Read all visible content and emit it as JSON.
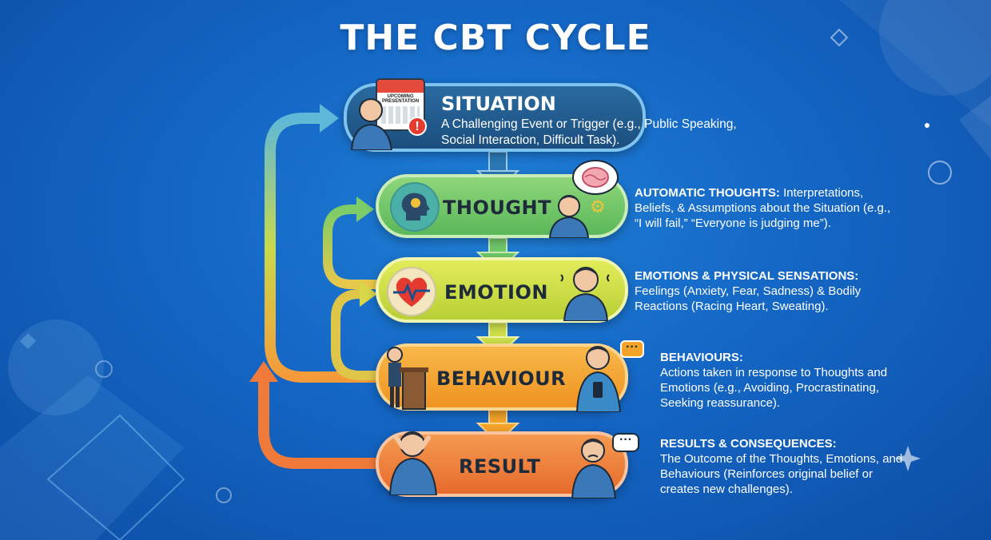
{
  "title": "THE CBT CYCLE",
  "situation": {
    "label": "SITUATION",
    "description": "A Challenging Event or Trigger (e.g., Public Speaking, Social Interaction, Difficult Task).",
    "calendar_line1": "UPCOMING",
    "calendar_line2": "PRESENTATION"
  },
  "thought": {
    "label": "THOUGHT",
    "heading": "AUTOMATIC THOUGHTS:",
    "description": "Interpretations, Beliefs, & Assumptions about the Situation (e.g., “I will fail,” “Everyone is judging me”)."
  },
  "emotion": {
    "label": "EMOTION",
    "heading": "EMOTIONS & PHYSICAL SENSATIONS:",
    "description": "Feelings (Anxiety, Fear, Sadness) & Bodily Reactions (Racing Heart, Sweating)."
  },
  "behaviour": {
    "label": "BEHAVIOUR",
    "heading": "BEHAVIOURS:",
    "description": "Actions taken in response to Thoughts and Emotions (e.g., Avoiding, Procrastinating, Seeking reassurance)."
  },
  "result": {
    "label": "RESULT",
    "heading": "RESULTS & CONSEQUENCES:",
    "description": "The Outcome of the Thoughts, Emotions, and Behaviours (Reinforces original belief or creates new challenges)."
  },
  "icons": [
    "calendar-icon",
    "alert-icon",
    "brain-head-icon",
    "thought-bubble-icon",
    "gears-icon",
    "heartbeat-icon",
    "podium-icon",
    "phone-icon",
    "speech-bubble-icon"
  ],
  "colors": {
    "background": "#1466c4",
    "situation": "#1e5a8c",
    "thought": "#6fc86a",
    "emotion": "#cfe04a",
    "behaviour": "#f5a42a",
    "result": "#f07a3a"
  }
}
